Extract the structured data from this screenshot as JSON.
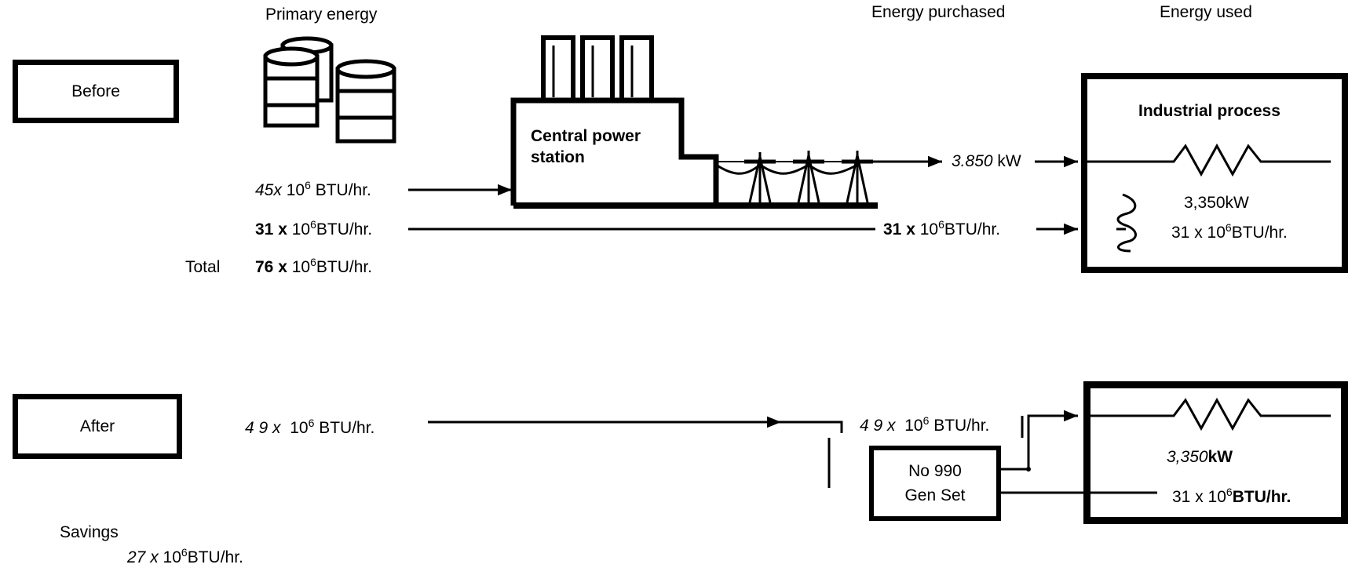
{
  "headers": {
    "primary_energy": "Primary energy",
    "energy_purchased": "Energy purchased",
    "energy_used": "Energy used"
  },
  "before": {
    "label": "Before",
    "power_station_label": "Central power\nstation",
    "process_title": "Industrial process",
    "primary_elec": {
      "coef": "45x",
      "base": "10",
      "exp": "6",
      "unit": "BTU/hr."
    },
    "primary_fuel": {
      "coef": "31 x",
      "base": "10",
      "exp": "6",
      "unit": "BTU/hr."
    },
    "total_label": "Total",
    "total": {
      "coef": "76 x",
      "base": "10",
      "exp": "6",
      "unit": "BTU/hr."
    },
    "purchased_elec": {
      "value": "3.850",
      "unit": "kW"
    },
    "purchased_fuel": {
      "coef": "31 x",
      "base": "10",
      "exp": "6",
      "unit": "BTU/hr."
    },
    "used_elec": "3,350kW",
    "used_heat": {
      "coef": "31 x",
      "base": "10",
      "exp": "6",
      "unit": "BTU/hr."
    }
  },
  "after": {
    "label": "After",
    "primary": {
      "coef": "4 9 x",
      "base": "10",
      "exp": "6",
      "unit": "BTU/hr."
    },
    "purchased": {
      "coef": "4 9 x",
      "base": "10",
      "exp": "6",
      "unit": "BTU/hr."
    },
    "genset_line1": "No 990",
    "genset_line2": "Gen Set",
    "used_elec": {
      "value": "3,350",
      "unit": "kW"
    },
    "used_heat": {
      "coef": "31 x",
      "base": "10",
      "exp": "6",
      "unit": "BTU/hr."
    }
  },
  "savings": {
    "label": "Savings",
    "value": {
      "coef": "27 x",
      "base": "10",
      "exp": "6",
      "unit": "BTU/hr."
    }
  }
}
